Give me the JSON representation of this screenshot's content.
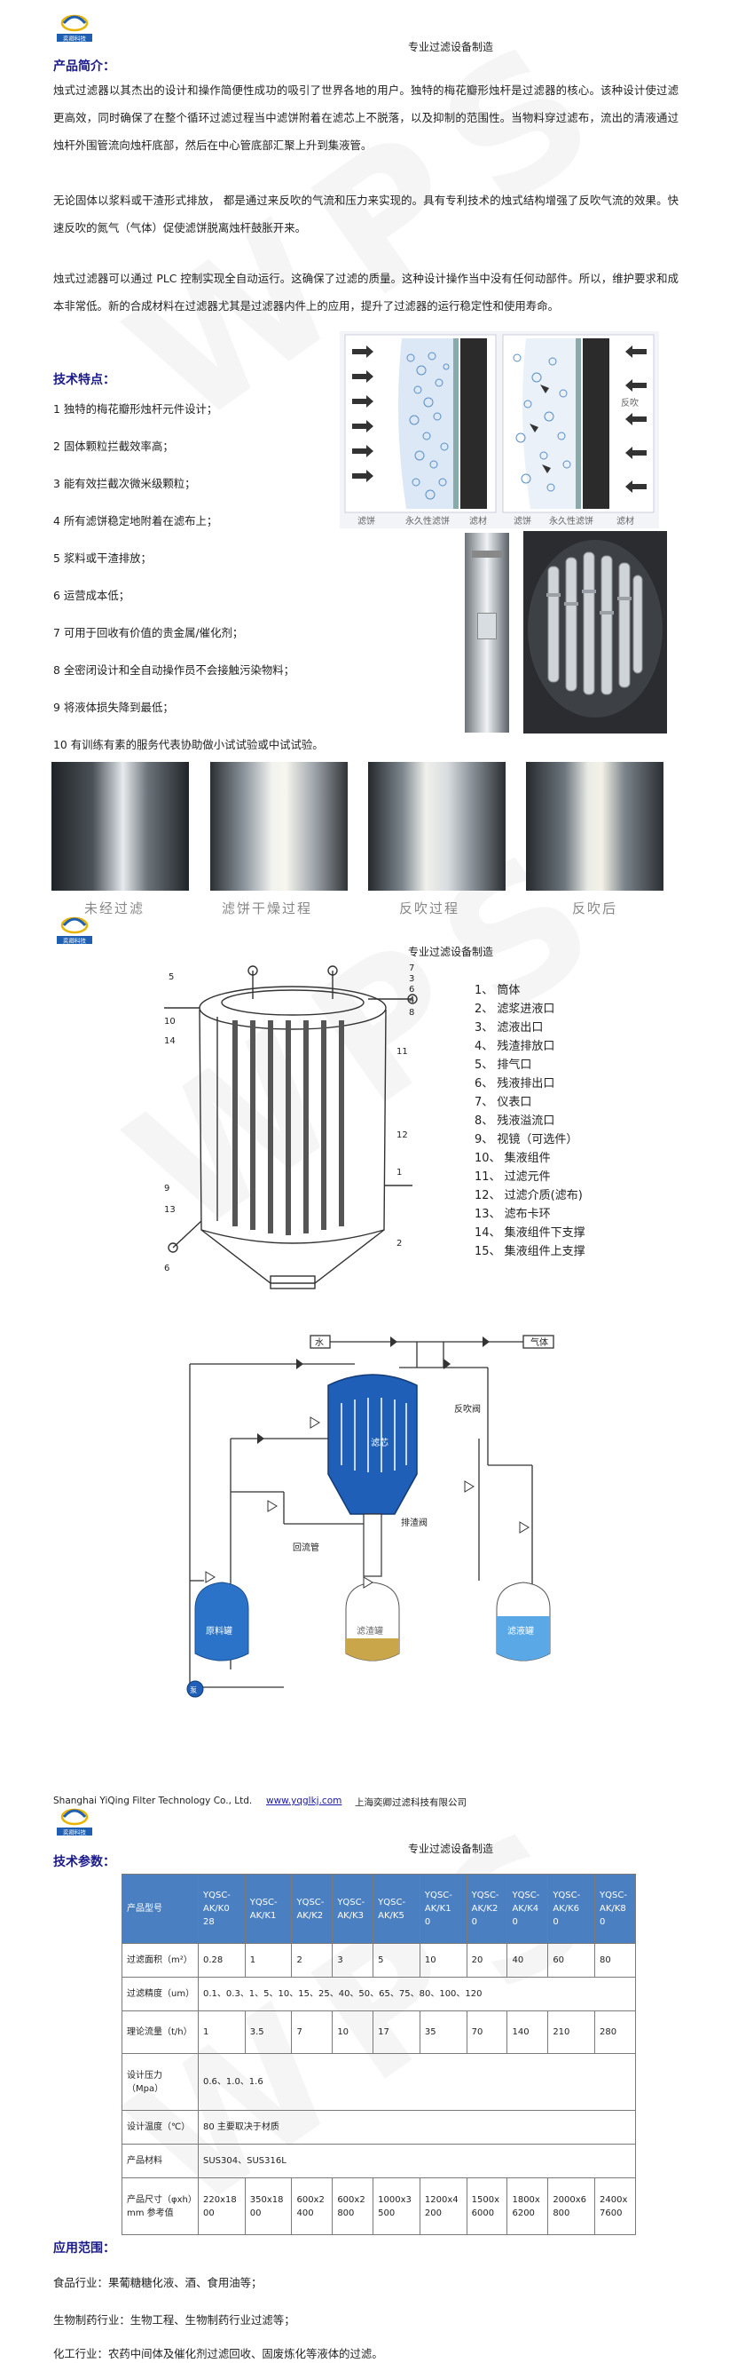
{
  "header": {
    "title": "专业过滤设备制造"
  },
  "logo": {
    "text": "奕卿科技"
  },
  "intro": {
    "title": "产品简介：",
    "paragraphs": [
      "烛式过滤器以其杰出的设计和操作简便性成功的吸引了世界各地的用户。独特的梅花瓣形烛杆是过滤器的核心。该种设计使过滤更高效，同时确保了在整个循环过滤过程当中滤饼附着在滤芯上不脱落，以及抑制的范围性。当物料穿过滤布，流出的清液通过烛杆外围管流向烛杆底部，然后在中心管底部汇聚上升到集液管。",
      "无论固体以浆料或干渣形式排放， 都是通过来反吹的气流和压力来实现的。具有专利技术的烛式结构增强了反吹气流的效果。快速反吹的氮气（气体）促使滤饼脱离烛杆鼓胀开来。",
      "烛式过滤器可以通过 PLC 控制实现全自动运行。这确保了过滤的质量。这种设计操作当中没有任何动部件。所以，维护要求和成本非常低。新的合成材料在过滤器尤其是过滤器内件上的应用，提升了过滤器的运行稳定性和使用寿命。"
    ]
  },
  "features": {
    "title": "技术特点：",
    "items": [
      "1 独特的梅花瓣形烛杆元件设计；",
      "2 固体颗粒拦截效率高；",
      "3 能有效拦截次微米级颗粒；",
      "4 所有滤饼稳定地附着在滤布上；",
      "5 浆料或干渣排放；",
      "6 运营成本低；",
      "7 可用于回收有价值的贵金属/催化剂；",
      "8 全密闭设计和全自动操作员不会接触污染物料；",
      "9 将液体损失降到最低；",
      "10 有训练有素的服务代表协助做小试试验或中试试验。"
    ]
  },
  "filter_diagram": {
    "left_labels": [
      "滤饼",
      "永久性滤饼",
      "滤材"
    ],
    "right_labels": [
      "滤饼",
      "永久性滤饼",
      "滤材"
    ],
    "backwash_label": "反吹"
  },
  "process_captions": [
    "未经过滤",
    "滤饼干燥过程",
    "反吹过程",
    "反吹后"
  ],
  "structure_legend": [
    "1、 筒体",
    "2、 滤浆进液口",
    "3、 滤液出口",
    "4、 残渣排放口",
    "5、 排气口",
    "6、 残液排出口",
    "7、 仪表口",
    "8、 残液溢流口",
    "9、 视镜（可选件）",
    "10、 集液组件",
    "11、 过滤元件",
    "12、 过滤介质(滤布)",
    "13、 滤布卡环",
    "14、 集液组件下支撑",
    "15、 集液组件上支撑"
  ],
  "structure_numbers": [
    "5",
    "3",
    "7",
    "6",
    "8",
    "4",
    "10",
    "14",
    "11",
    "12",
    "1",
    "9",
    "13",
    "2",
    "6"
  ],
  "flow_diagram": {
    "water": "水",
    "gas": "气体",
    "backwash_valve": "反吹阀",
    "filter_label": "滤芯",
    "discharge_valve": "排渣阀",
    "return_valve": "回流管",
    "raw_tank": "原料罐",
    "residue_tank": "滤渣罐",
    "filtrate_tank": "滤液罐",
    "pump": "泵"
  },
  "footer": {
    "company_en": "Shanghai YiQing Filter Technology Co., Ltd.",
    "website": "www.yqglkj.com",
    "company_cn": "上海奕卿过滤科技有限公司"
  },
  "specs": {
    "title": "技术参数：",
    "header": [
      "产品型号",
      "YQSC-AK/K028",
      "YQSC-AK/K1",
      "YQSC-AK/K2",
      "YQSC-AK/K3",
      "YQSC-AK/K5",
      "YQSC-AK/K10",
      "YQSC-AK/K20",
      "YQSC-AK/K40",
      "YQSC-AK/K60",
      "YQSC-AK/K80"
    ],
    "header_display": [
      "产品型号",
      "YQSC-\nAK/K0\n28",
      "YQSC-\nAK/K1",
      "YQSC-\nAK/K2",
      "YQSC-\nAK/K3",
      "YQSC-\nAK/K5",
      "YQSC-\nAK/K1\n0",
      "YQSC-\nAK/K2\n0",
      "YQSC-\nAK/K4\n0",
      "YQSC-\nAK/K6\n0",
      "YQSC-\nAK/K8\n0"
    ],
    "rows": [
      {
        "label": "过滤面积（m²）",
        "values": [
          "0.28",
          "1",
          "2",
          "3",
          "5",
          "10",
          "20",
          "40",
          "60",
          "80"
        ]
      },
      {
        "label": "过滤精度（um）",
        "span": "0.1、0.3、1、5、10、15、25、40、50、65、75、80、100、120"
      },
      {
        "label": "理论流量（t/h）",
        "values": [
          "1",
          "3.5",
          "7",
          "10",
          "17",
          "35",
          "70",
          "140",
          "210",
          "280"
        ]
      },
      {
        "label": "设计压力（Mpa）",
        "span": "0.6、1.0、1.6"
      },
      {
        "label": "设计温度（℃）",
        "span": "80 主要取决于材质"
      },
      {
        "label": "产品材料",
        "span": "SUS304、SUS316L"
      },
      {
        "label": "产品尺寸（φxh）mm 参考值",
        "values": [
          "220x1800",
          "350x1800",
          "600x2400",
          "600x2800",
          "1000x3500",
          "1200x4200",
          "1500x6000",
          "1800x6200",
          "2000x6800",
          "2400x7600"
        ]
      }
    ],
    "dim_display": [
      "220x18\n00",
      "350x18\n00",
      "600x2\n400",
      "600x2\n800",
      "1000x3\n500",
      "1200x4\n200",
      "1500x\n6000",
      "1800x\n6200",
      "2000x6\n800",
      "2400x\n7600"
    ]
  },
  "applications": {
    "title": "应用范围：",
    "items": [
      "食品行业：果葡糖糖化液、酒、食用油等；",
      "生物制药行业：生物工程、生物制药行业过滤等；",
      "化工行业：农药中间体及催化剂过滤回收、固废炼化等液体的过滤。"
    ]
  },
  "colors": {
    "accent": "#1a1a8a",
    "table_head": "#4a7fc1",
    "logo_blue": "#1e5fb4"
  }
}
